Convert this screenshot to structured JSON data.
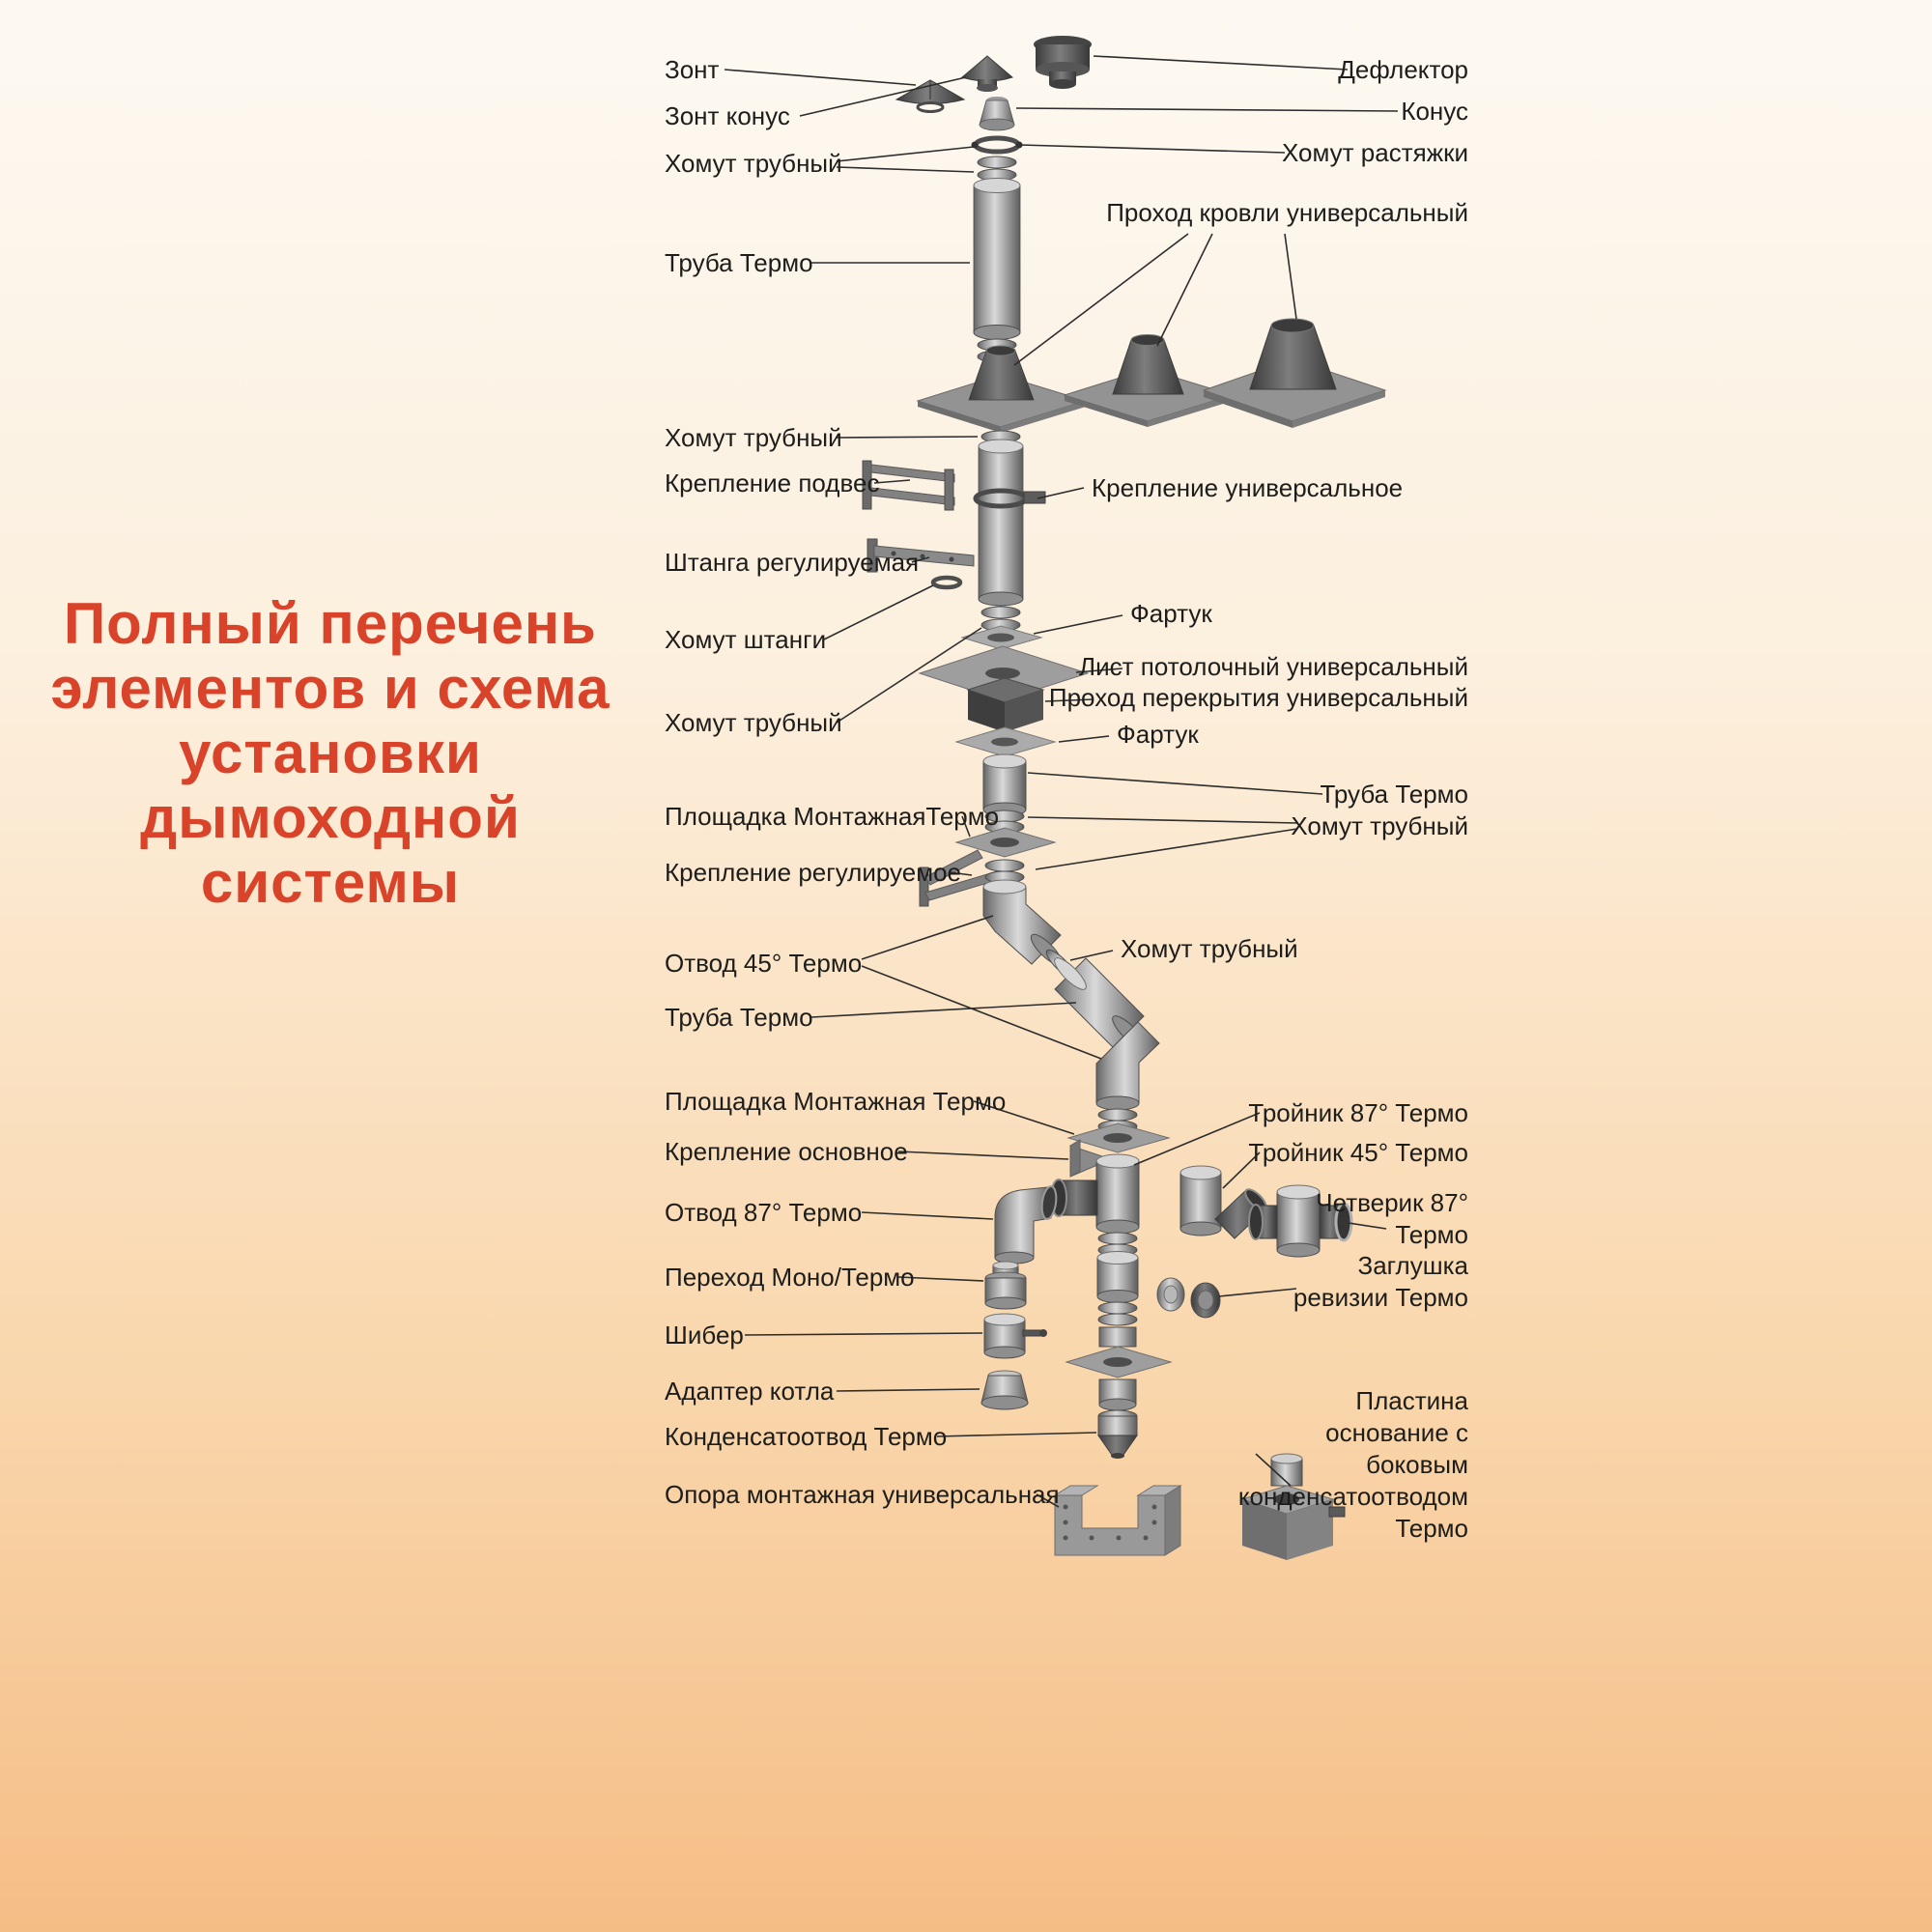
{
  "title": {
    "lines": [
      "Полный перечень",
      "элементов и схема",
      "установки",
      "дымоходной",
      "системы"
    ]
  },
  "left_labels": [
    {
      "text": "Зонт"
    },
    {
      "text": "Зонт конус"
    },
    {
      "text": "Хомут трубный"
    },
    {
      "text": "Труба Термо"
    },
    {
      "text": "Хомут трубный"
    },
    {
      "text": "Крепление подвес"
    },
    {
      "text": "Штанга регулируемая"
    },
    {
      "text": "Хомут штанги"
    },
    {
      "text": "Хомут трубный"
    },
    {
      "text": "Площадка МонтажнаяТермо"
    },
    {
      "text": "Крепление регулируемое"
    },
    {
      "text": "Отвод 45° Термо"
    },
    {
      "text": "Труба Термо"
    },
    {
      "text": "Площадка Монтажная Термо"
    },
    {
      "text": "Крепление основное"
    },
    {
      "text": "Отвод 87° Термо"
    },
    {
      "text": "Переход Моно/Термо"
    },
    {
      "text": "Шибер"
    },
    {
      "text": "Адаптер котла"
    },
    {
      "text": "Конденсатоотвод Термо"
    },
    {
      "text": "Опора монтажная универсальная"
    }
  ],
  "right_labels": [
    {
      "text": "Дефлектор"
    },
    {
      "text": "Конус"
    },
    {
      "text": "Хомут растяжки"
    },
    {
      "text": "Проход кровли универсальный"
    },
    {
      "text": "Труба Термо"
    },
    {
      "text": "Хомут трубный"
    },
    {
      "text": "Тройник 87° Термо"
    },
    {
      "text": "Тройник 45° Термо"
    },
    {
      "text": "Четверик 87° Термо"
    },
    {
      "text": "Заглушка ревизии Термо"
    },
    {
      "text": "Пластина основание с боковым конденсатоотводом Термо"
    }
  ],
  "mid_labels": [
    {
      "text": "Крепление универсальное"
    },
    {
      "text": "Фартук"
    },
    {
      "text": "Лист потолочный универсальный"
    },
    {
      "text": "Проход перекрытия универсальный"
    },
    {
      "text": "Фартук"
    },
    {
      "text": "Хомут трубный"
    }
  ],
  "colors": {
    "title": "#d8432a",
    "text": "#1d1d1b",
    "line": "#2d2d2d",
    "background_top": "#fdf9f2",
    "background_bottom": "#f5bd86"
  }
}
